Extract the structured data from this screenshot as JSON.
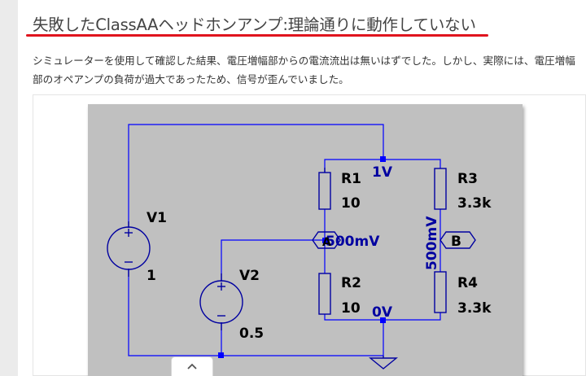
{
  "article": {
    "title": "失敗したClassAAヘッドホンアンプ:理論通りに動作していない",
    "paragraph": "シミュレーターを使用して確認した結果、電圧増幅部からの電流流出は無いはずでした。しかし、実際には、電圧増幅部のオペアンプの負荷が過大であったため、信号が歪んでいました。"
  },
  "schematic": {
    "sources": [
      {
        "name": "V1",
        "value": "1"
      },
      {
        "name": "V2",
        "value": "0.5"
      }
    ],
    "resistors": [
      {
        "name": "R1",
        "value": "10"
      },
      {
        "name": "R2",
        "value": "10"
      },
      {
        "name": "R3",
        "value": "3.3k"
      },
      {
        "name": "R4",
        "value": "3.3k"
      }
    ],
    "node_labels": {
      "top": "1V",
      "mid_left": "500mV",
      "mid_right": "500mV",
      "bottom": "0V",
      "flag_a": "A",
      "flag_b": "B"
    }
  },
  "colors": {
    "wire": "#0000ff",
    "component": "#0000a0",
    "schematic_background": "#c0c0c0",
    "title_underline": "#e0141e"
  },
  "icons": {
    "scroll_toggle": "chevron-up-icon"
  }
}
